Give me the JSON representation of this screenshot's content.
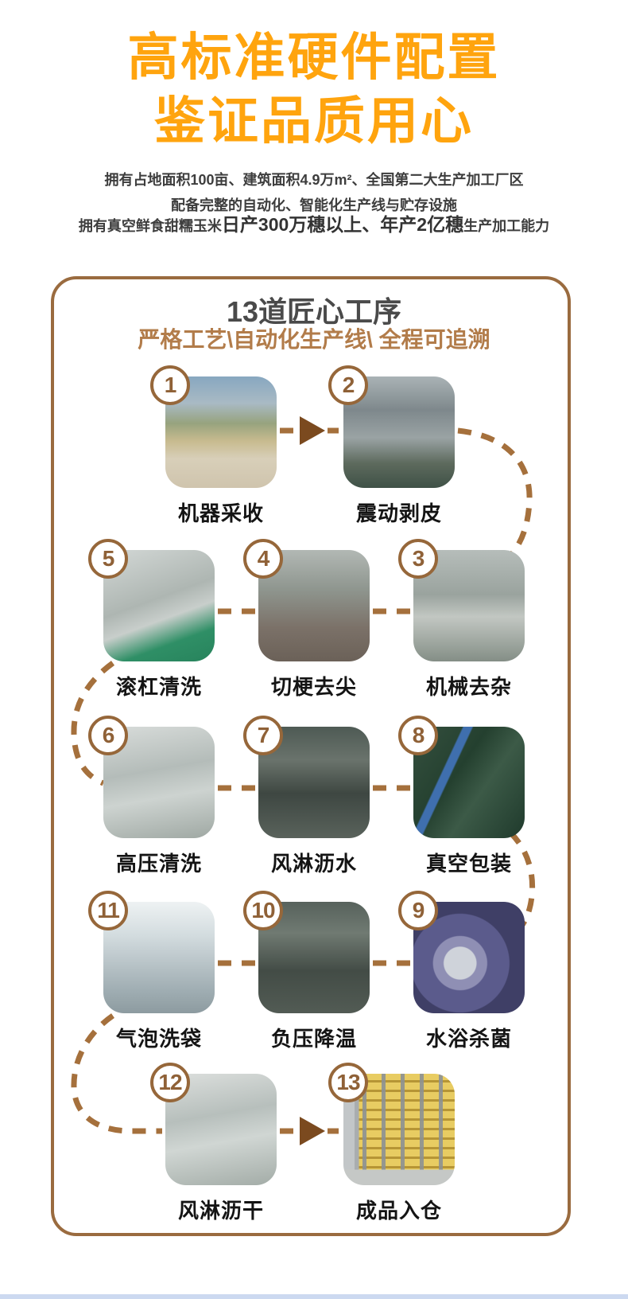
{
  "header": {
    "title_line1": "高标准硬件配置",
    "title_line2": "鉴证品质用心",
    "desc_line1": "拥有占地面积100亩、建筑面积4.9万m²、全国第二大生产加工厂区",
    "desc_line2": "配备完整的自动化、智能化生产线与贮存设施",
    "desc_line3_prefix": "拥有真空鲜食甜糯玉米",
    "desc_line3_bold": "日产300万穗以上、年产2亿穗",
    "desc_line3_suffix": "生产加工能力"
  },
  "process": {
    "title": "13道匠心工序",
    "subtitle": "严格工艺\\自动化生产线\\ 全程可追溯",
    "steps": [
      {
        "num": "1",
        "label": "机器采收"
      },
      {
        "num": "2",
        "label": "震动剥皮"
      },
      {
        "num": "3",
        "label": "机械去杂"
      },
      {
        "num": "4",
        "label": "切梗去尖"
      },
      {
        "num": "5",
        "label": "滚杠清洗"
      },
      {
        "num": "6",
        "label": "高压清洗"
      },
      {
        "num": "7",
        "label": "风淋沥水"
      },
      {
        "num": "8",
        "label": "真空包装"
      },
      {
        "num": "9",
        "label": "水浴杀菌"
      },
      {
        "num": "10",
        "label": "负压降温"
      },
      {
        "num": "11",
        "label": "气泡洗袋"
      },
      {
        "num": "12",
        "label": "风淋沥干"
      },
      {
        "num": "13",
        "label": "成品入仓"
      }
    ]
  },
  "colors": {
    "title_orange": "#FFA40E",
    "border_brown": "#9A6B3F",
    "dash_brown": "#A5703C",
    "arrowhead_brown": "#7B4A1F",
    "subtitle_brown": "#B27C4A",
    "body_text": "#3D3D3D",
    "bottom_strip_blue": "#CCD9F0"
  }
}
